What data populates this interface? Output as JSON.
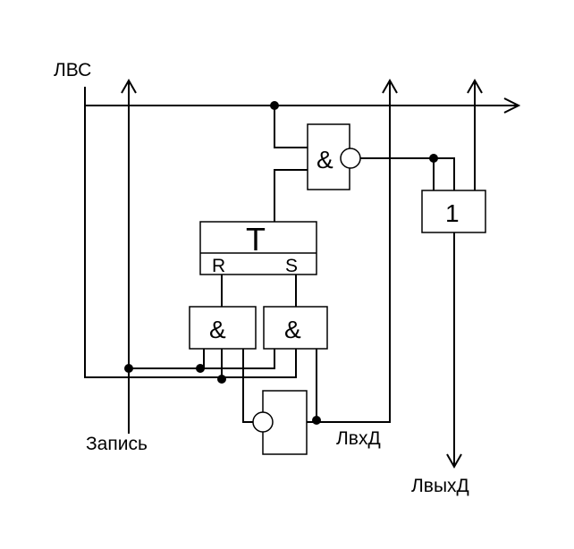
{
  "signals": {
    "lvs": "ЛВС",
    "write": "Запись",
    "lvhd": "ЛвхД",
    "lvyhd": "ЛвыхД"
  },
  "gates": {
    "nand_top": "&",
    "and_left": "&",
    "and_right": "&",
    "or_gate": "1"
  },
  "trigger": {
    "name": "T",
    "pin_r": "R",
    "pin_s": "S"
  }
}
